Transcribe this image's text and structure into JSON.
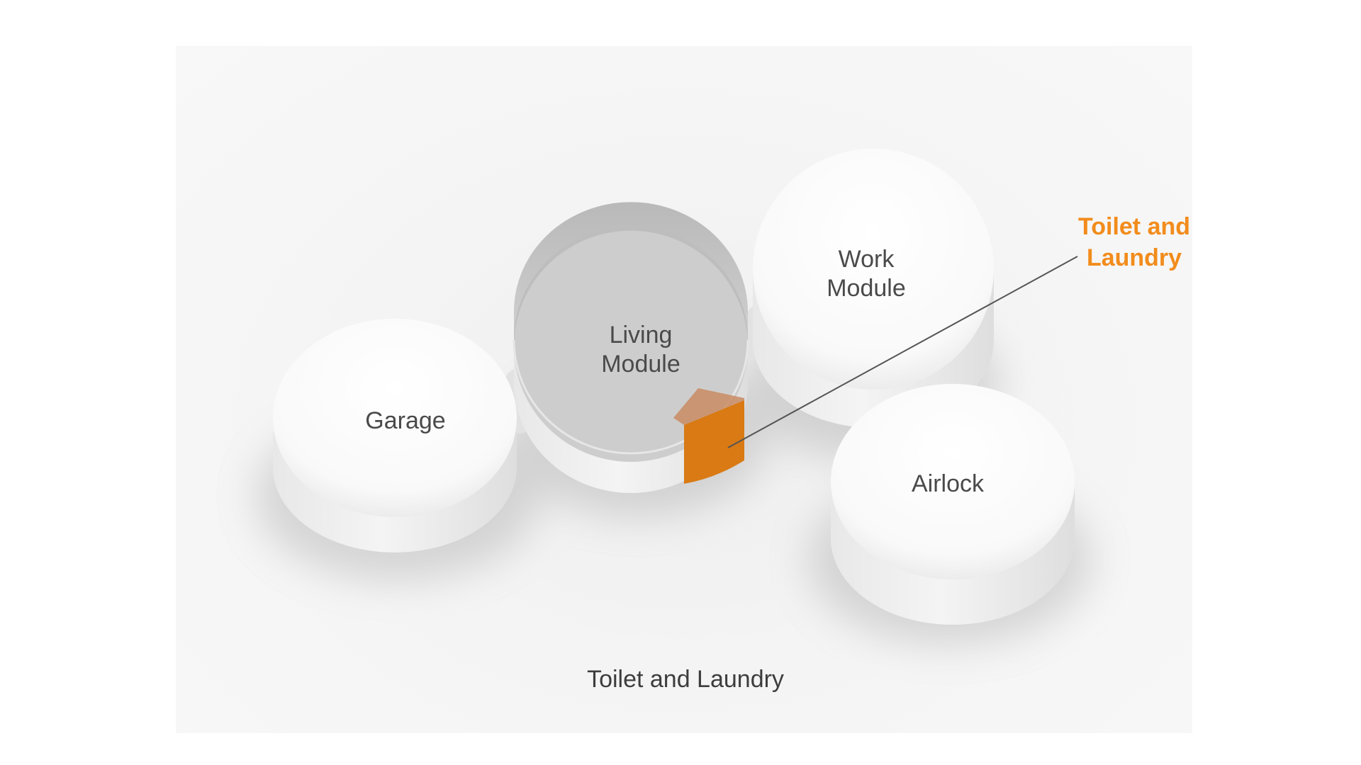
{
  "diagram": {
    "modules": {
      "garage": {
        "label": "Garage"
      },
      "living": {
        "label_line1": "Living",
        "label_line2": "Module"
      },
      "work": {
        "label_line1": "Work",
        "label_line2": "Module"
      },
      "airlock": {
        "label": "Airlock"
      }
    },
    "callout": {
      "line1": "Toilet and",
      "line2": "Laundry"
    },
    "caption": "Toilet and Laundry"
  },
  "colors": {
    "accent": "#f28c1c",
    "toilet_segment": "#d97a14",
    "module_top": "#ffffff",
    "module_side": "#ececec",
    "living_interior": "#c9c9c9",
    "label_text": "#4a4a4a",
    "leader_line": "#555555"
  }
}
